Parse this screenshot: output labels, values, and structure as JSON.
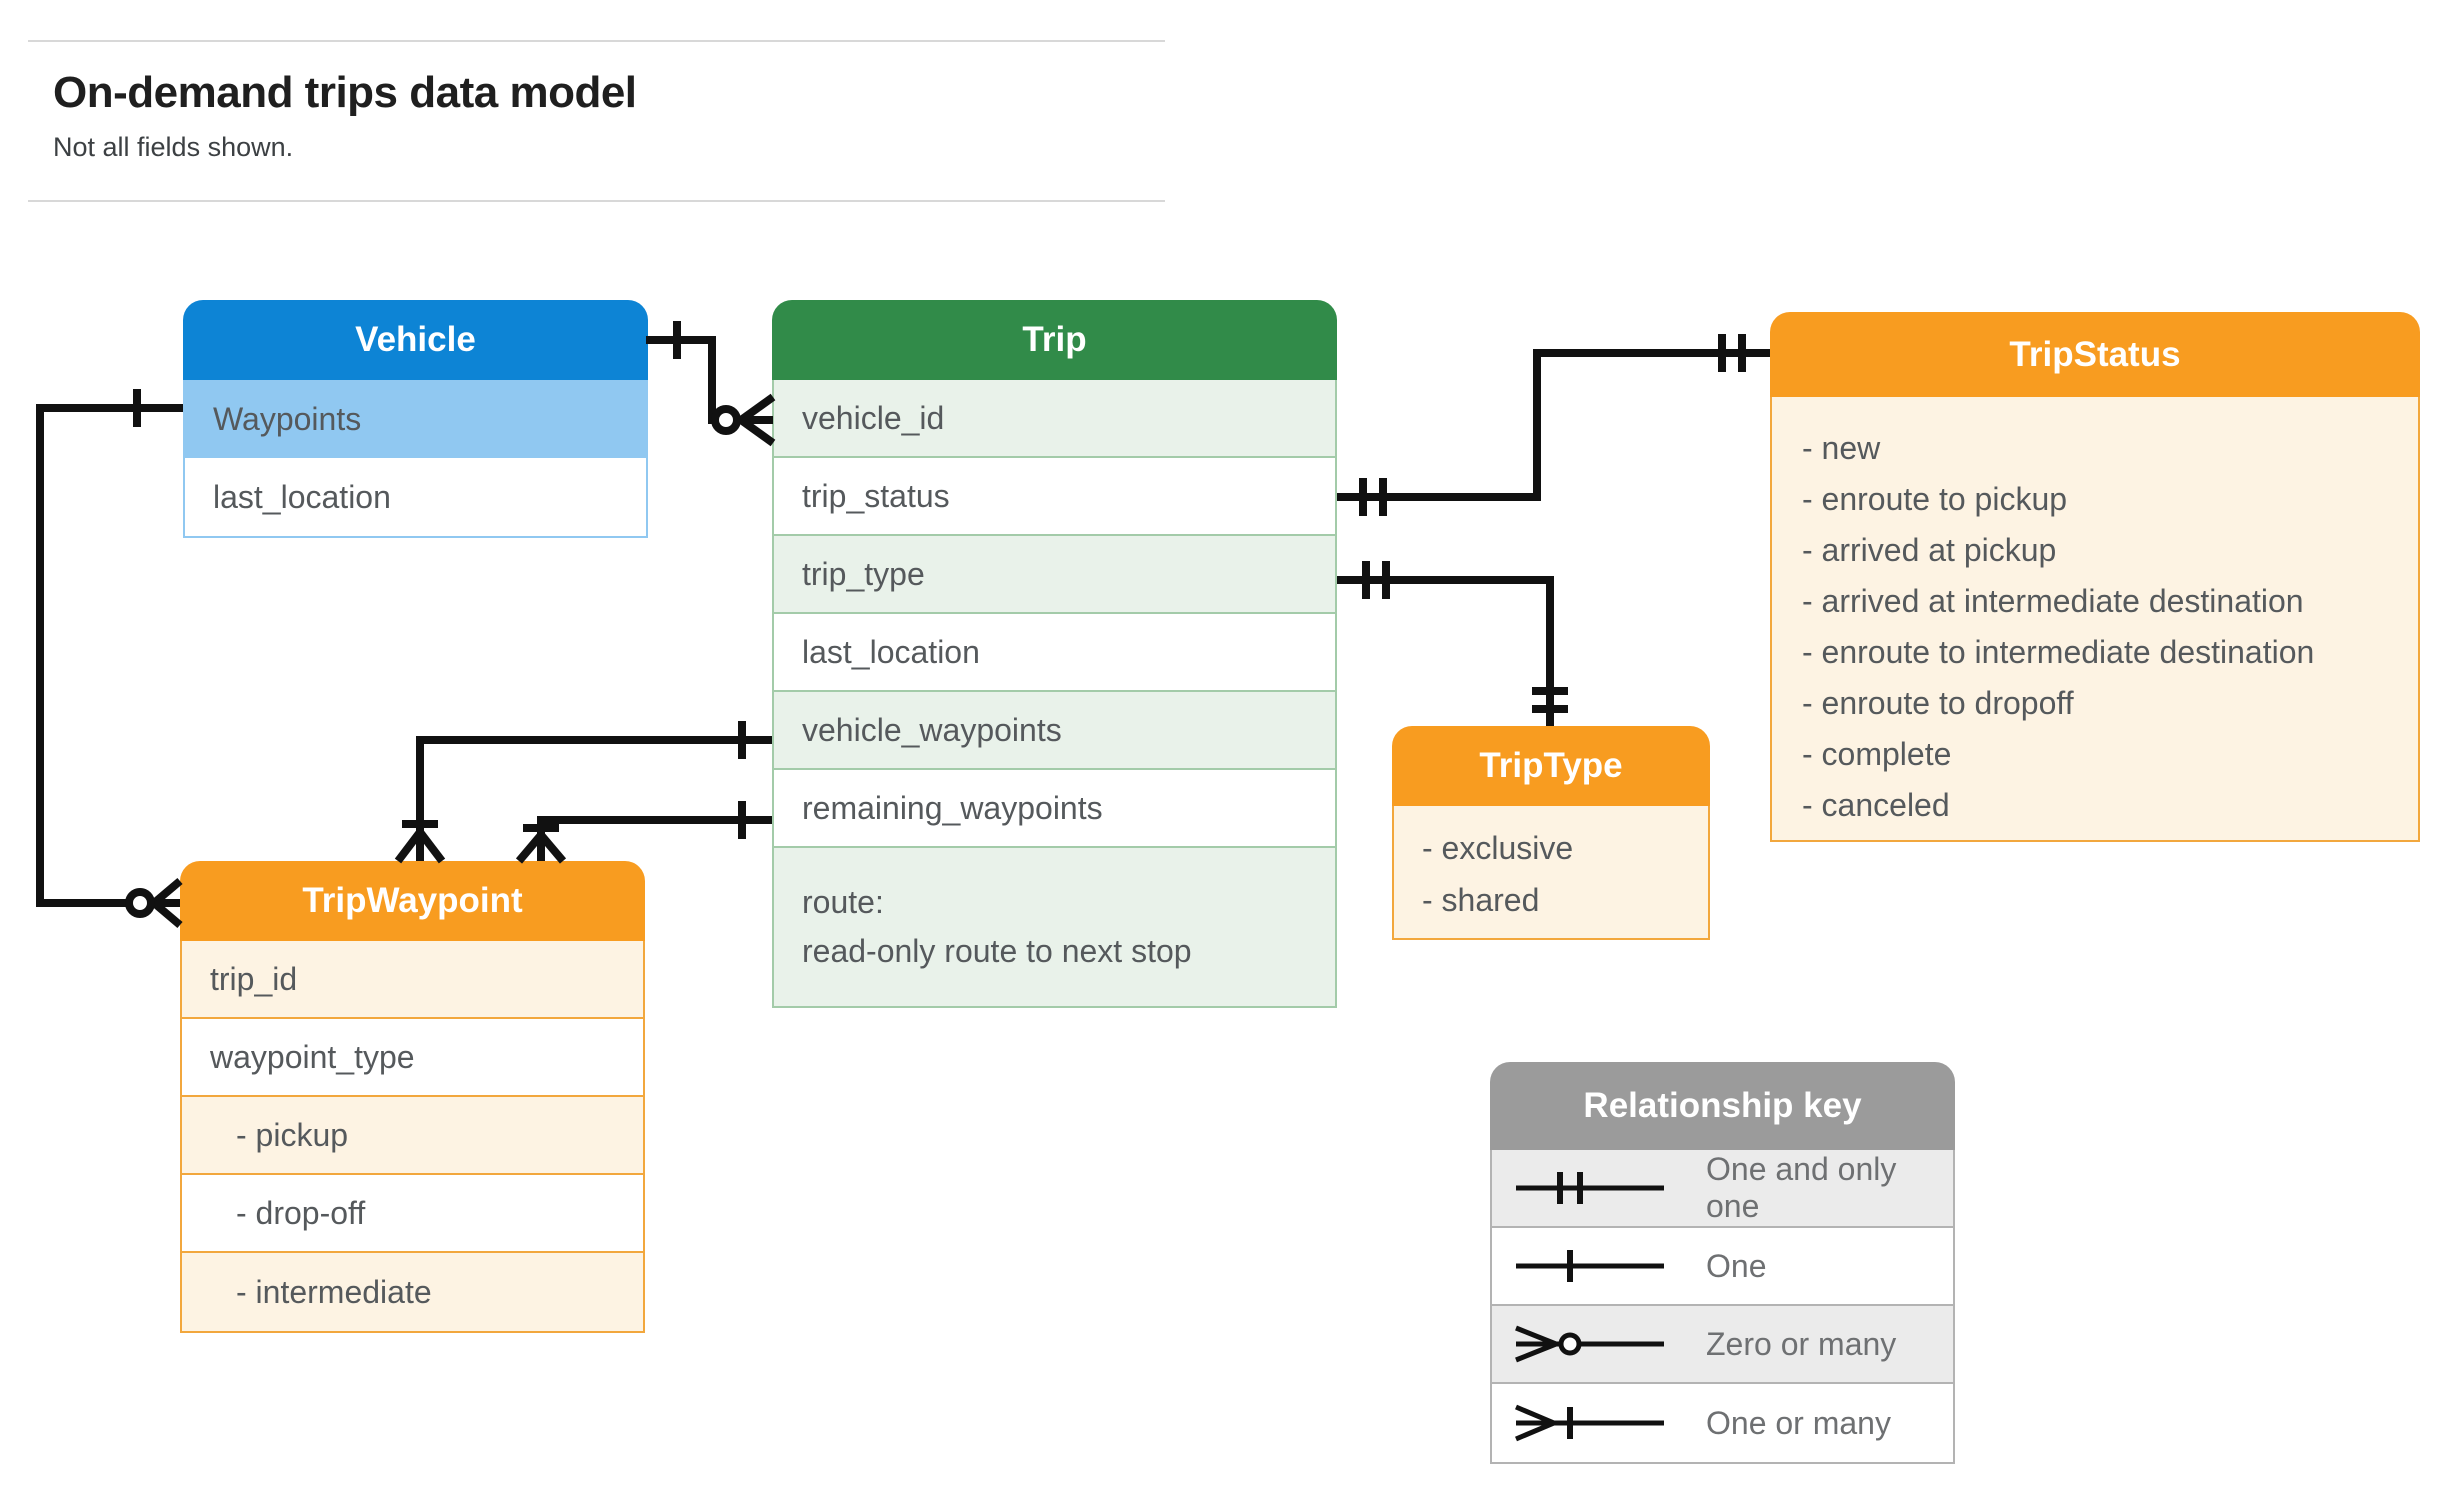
{
  "page": {
    "title": "On-demand trips data model",
    "subtitle": "Not all fields shown."
  },
  "entities": {
    "vehicle": {
      "title": "Vehicle",
      "fields": [
        "Waypoints",
        "last_location"
      ]
    },
    "trip": {
      "title": "Trip",
      "fields": [
        "vehicle_id",
        "trip_status",
        "trip_type",
        "last_location",
        "vehicle_waypoints",
        "remaining_waypoints"
      ],
      "route_label": "route:",
      "route_description": "read-only route to next stop"
    },
    "tripstatus": {
      "title": "TripStatus",
      "values": [
        "- new",
        "- enroute to pickup",
        "- arrived at pickup",
        "- arrived at intermediate destination",
        "- enroute to intermediate destination",
        "- enroute to dropoff",
        "- complete",
        "- canceled"
      ]
    },
    "triptype": {
      "title": "TripType",
      "values": [
        "- exclusive",
        "- shared"
      ]
    },
    "tripwaypoint": {
      "title": "TripWaypoint",
      "fields": [
        "trip_id",
        "waypoint_type"
      ],
      "values": [
        "- pickup",
        "- drop-off",
        "- intermediate"
      ]
    }
  },
  "legend": {
    "title": "Relationship key",
    "items": [
      "One and only one",
      "One",
      "Zero or many",
      "One or many"
    ]
  },
  "colors": {
    "vehicle_header": "#0d84d5",
    "vehicle_row": "#90c8f1",
    "trip_header": "#318b49",
    "trip_row_tint": "#e9f2ea",
    "trip_border": "#a3cba9",
    "orange_header": "#f89c20",
    "orange_row_tint": "#fdf3e3",
    "orange_border": "#f2a73d",
    "legend_header": "#9b9b9b",
    "legend_row_tint": "#ebebeb",
    "connector": "#111111",
    "field_text": "#55595c"
  }
}
